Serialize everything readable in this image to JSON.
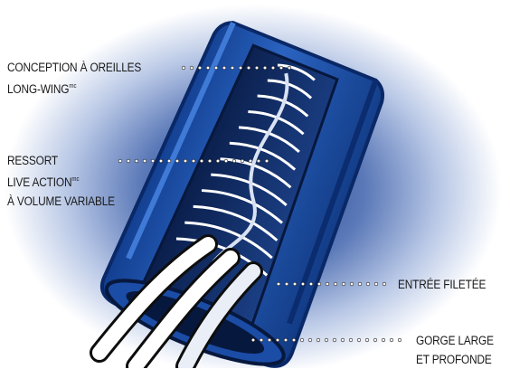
{
  "callouts": {
    "long_wing": {
      "line1": "CONCEPTION À OREILLES",
      "line2_main": "LONG-WING",
      "line2_sup": "mc"
    },
    "spring": {
      "line1": "RESSORT",
      "line2_main": "LIVE ACTION",
      "line2_sup": "mc",
      "line3": "À VOLUME VARIABLE"
    },
    "threaded": {
      "line1": "ENTRÉE FILETÉE"
    },
    "throat": {
      "line1": "GORGE LARGE",
      "line2": "ET PROFONDE"
    }
  },
  "colors": {
    "connector_blue": "#1d4fa3",
    "connector_dark": "#0c2a63",
    "background_glow": "#9eb3da",
    "spring": "#ffffff",
    "leader_dots": "#ffffff"
  }
}
